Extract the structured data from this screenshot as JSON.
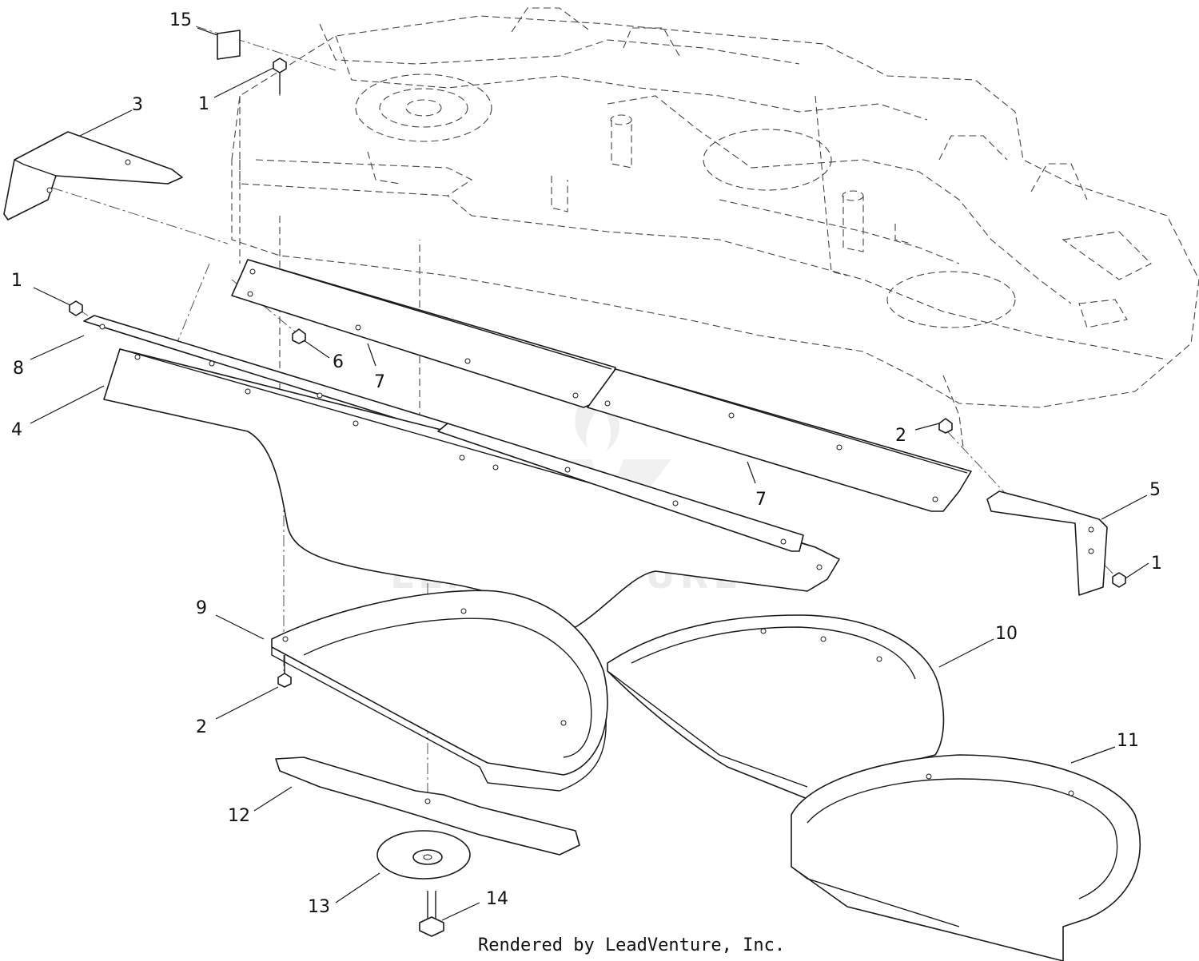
{
  "watermark": {
    "brand": "LEADVENTURE"
  },
  "footer": {
    "rendered_by": "Rendered by LeadVenture, Inc."
  },
  "callouts": [
    {
      "id": "c15",
      "label": "15"
    },
    {
      "id": "c1a",
      "label": "1"
    },
    {
      "id": "c3",
      "label": "3"
    },
    {
      "id": "c1b",
      "label": "1"
    },
    {
      "id": "c8",
      "label": "8"
    },
    {
      "id": "c6",
      "label": "6"
    },
    {
      "id": "c7a",
      "label": "7"
    },
    {
      "id": "c4",
      "label": "4"
    },
    {
      "id": "c2a",
      "label": "2"
    },
    {
      "id": "c7b",
      "label": "7"
    },
    {
      "id": "c5",
      "label": "5"
    },
    {
      "id": "c1c",
      "label": "1"
    },
    {
      "id": "c9",
      "label": "9"
    },
    {
      "id": "c10",
      "label": "10"
    },
    {
      "id": "c2b",
      "label": "2"
    },
    {
      "id": "c11",
      "label": "11"
    },
    {
      "id": "c12",
      "label": "12"
    },
    {
      "id": "c13",
      "label": "13"
    },
    {
      "id": "c14",
      "label": "14"
    }
  ]
}
